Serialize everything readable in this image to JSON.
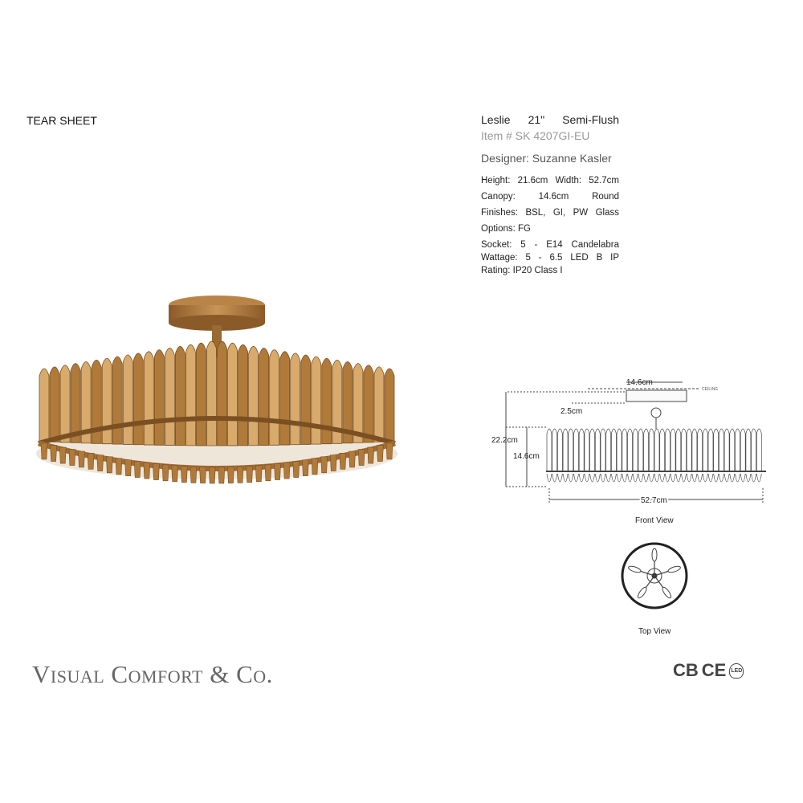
{
  "header": {
    "label": "TEAR SHEET"
  },
  "product": {
    "title": "Leslie 21\" Semi-Flush",
    "item": "Item # SK 4207GI-EU",
    "designer": "Designer: Suzanne Kasler",
    "specs": [
      "Height: 21.6cm Width: 52.7cm",
      "Canopy: 14.6cm Round",
      "Finishes: BSL, GI, PW Glass",
      "Options: FG",
      "Socket: 5 - E14 Candelabra",
      "Wattage: 5 - 6.5 LED B IP",
      "Rating: IP20 Class I"
    ]
  },
  "drawing": {
    "canopy_width": "14.6cm",
    "ceiling": "CEILING",
    "canopy_drop": "2.5cm",
    "overall_height": "22.2cm",
    "shade_height": "14.6cm",
    "width": "52.7cm",
    "front_label": "Front View",
    "top_label": "Top View"
  },
  "footer": {
    "logo": "Visual Comfort & Co.",
    "certs": [
      "CB",
      "CE",
      "LED"
    ]
  },
  "colors": {
    "gold": "#b07a3a",
    "gold_dark": "#7a4f22",
    "gold_light": "#d8ab6c"
  }
}
